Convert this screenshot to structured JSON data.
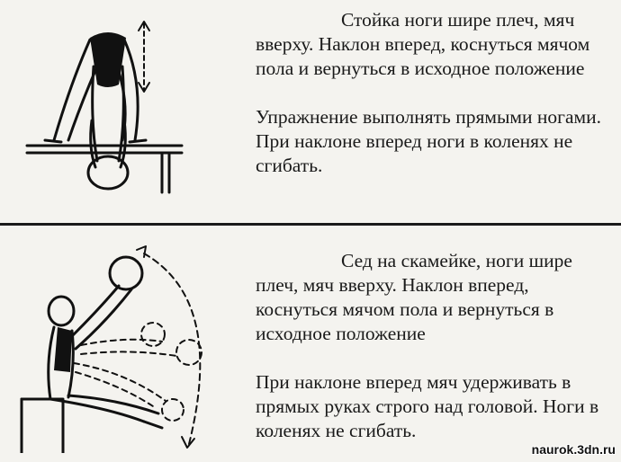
{
  "exercises": [
    {
      "description": "Стойка ноги шире плеч, мяч вверху. Наклон вперед, коснуться мячом пола и вернуться в исходное положение",
      "note": "Упражнение выполнять прямыми ногами. При наклоне вперед ноги в коленях не сгибать."
    },
    {
      "description": "Сед на скамейке, ноги шире плеч, мяч вверху. Наклон вперед, коснуться мячом пола и вернуться в исходное положение",
      "note": "При наклоне вперед мяч удерживать в прямых руках строго над головой. Ноги в коленях не сгибать."
    }
  ],
  "watermark": "naurok.3dn.ru"
}
